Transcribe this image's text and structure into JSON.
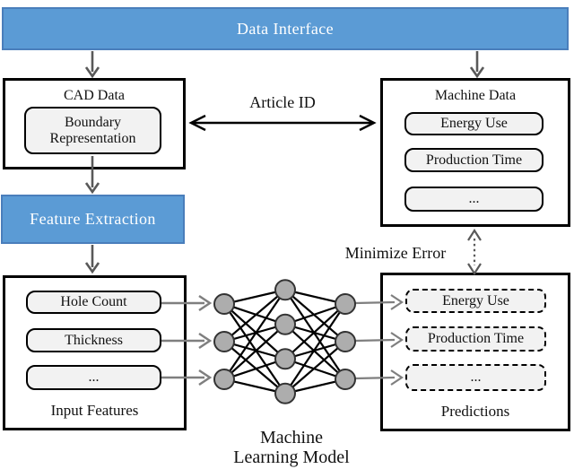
{
  "banner": {
    "title": "Data Interface"
  },
  "cad_box": {
    "title": "CAD Data",
    "items": [
      "Boundary Representation"
    ]
  },
  "machine_box": {
    "title": "Machine Data",
    "items": [
      "Energy Use",
      "Production Time",
      "..."
    ]
  },
  "links": {
    "article_id": "Article ID",
    "minimize_error": "Minimize Error"
  },
  "feature_extraction": {
    "title": "Feature Extraction"
  },
  "input_box": {
    "title": "Input Features",
    "items": [
      "Hole Count",
      "Thickness",
      "..."
    ]
  },
  "predictions_box": {
    "title": "Predictions",
    "items": [
      "Energy Use",
      "Production Time",
      "..."
    ]
  },
  "model_label": {
    "line1": "Machine",
    "line2": "Learning Model"
  },
  "network": {
    "layer_sizes": [
      3,
      4,
      3
    ]
  },
  "colors": {
    "banner_fill": "#5B9BD5",
    "banner_border": "#4A7EBB",
    "pill_fill": "#F2F2F2",
    "node_fill": "#ADADAD",
    "arrow_dark": "#595959",
    "arrow_gray": "#7F7F7F",
    "line_black": "#000000"
  }
}
